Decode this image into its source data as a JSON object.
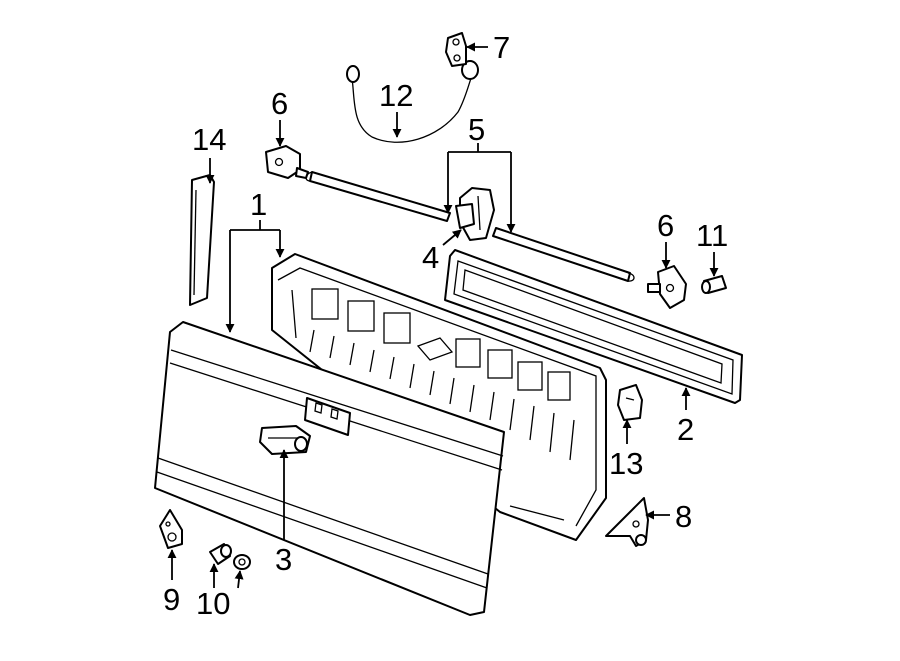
{
  "callouts": [
    "1",
    "2",
    "3",
    "4",
    "5",
    "6",
    "6",
    "7",
    "8",
    "9",
    "10",
    "11",
    "12",
    "13",
    "14"
  ]
}
